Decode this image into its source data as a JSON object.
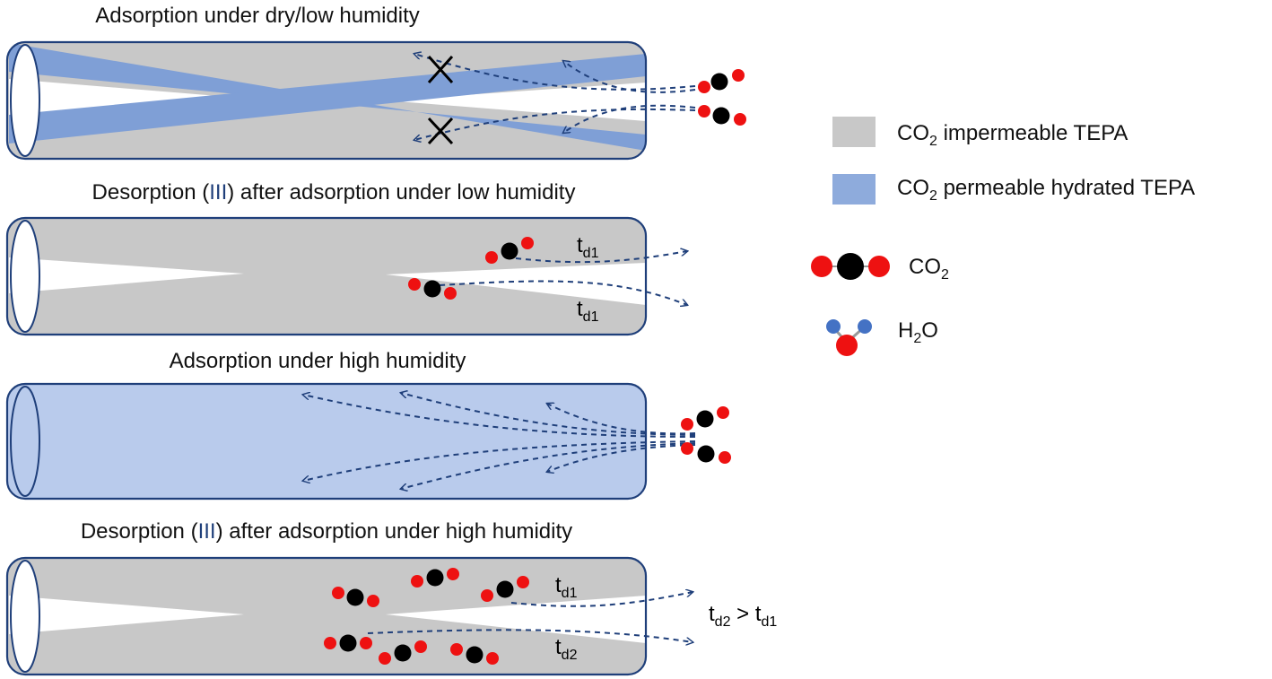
{
  "panels": [
    {
      "title": "Adsorption under dry/low humidity"
    },
    {
      "title_pre": "Desorption (",
      "title_roman": "III",
      "title_post": ") after adsorption under low humidity",
      "label_top": {
        "main": "t",
        "sub": "d1"
      },
      "label_bottom": {
        "main": "t",
        "sub": "d1"
      }
    },
    {
      "title": "Adsorption under high humidity"
    },
    {
      "title_pre": "Desorption (",
      "title_roman": "III",
      "title_post": ") after adsorption under high humidity",
      "label_top": {
        "main": "t",
        "sub": "d1"
      },
      "label_bottom": {
        "main": "t",
        "sub": "d2"
      },
      "comparison": {
        "a": "t",
        "a_sub": "d2",
        "op": " > ",
        "b": "t",
        "b_sub": "d1"
      }
    }
  ],
  "legend": {
    "impermeable": {
      "pre": "CO",
      "sub": "2",
      "post": " impermeable TEPA",
      "color": "#c8c8c8"
    },
    "permeable": {
      "pre": "CO",
      "sub": "2",
      "post": " permeable hydrated TEPA",
      "color": "#8eabdc"
    },
    "co2": {
      "pre": "CO",
      "sub": "2"
    },
    "h2o": {
      "pre": "H",
      "sub": "2",
      "post": "O"
    }
  },
  "colors": {
    "gray_tepa": "#c8c8c8",
    "blue_tepa": "#7f9fd6",
    "hydrated_fill": "#b9cbec",
    "outline": "#1f3f7a",
    "oxygen": "#ee1111",
    "carbon": "#000000",
    "hydrogen": "#4472c4"
  }
}
